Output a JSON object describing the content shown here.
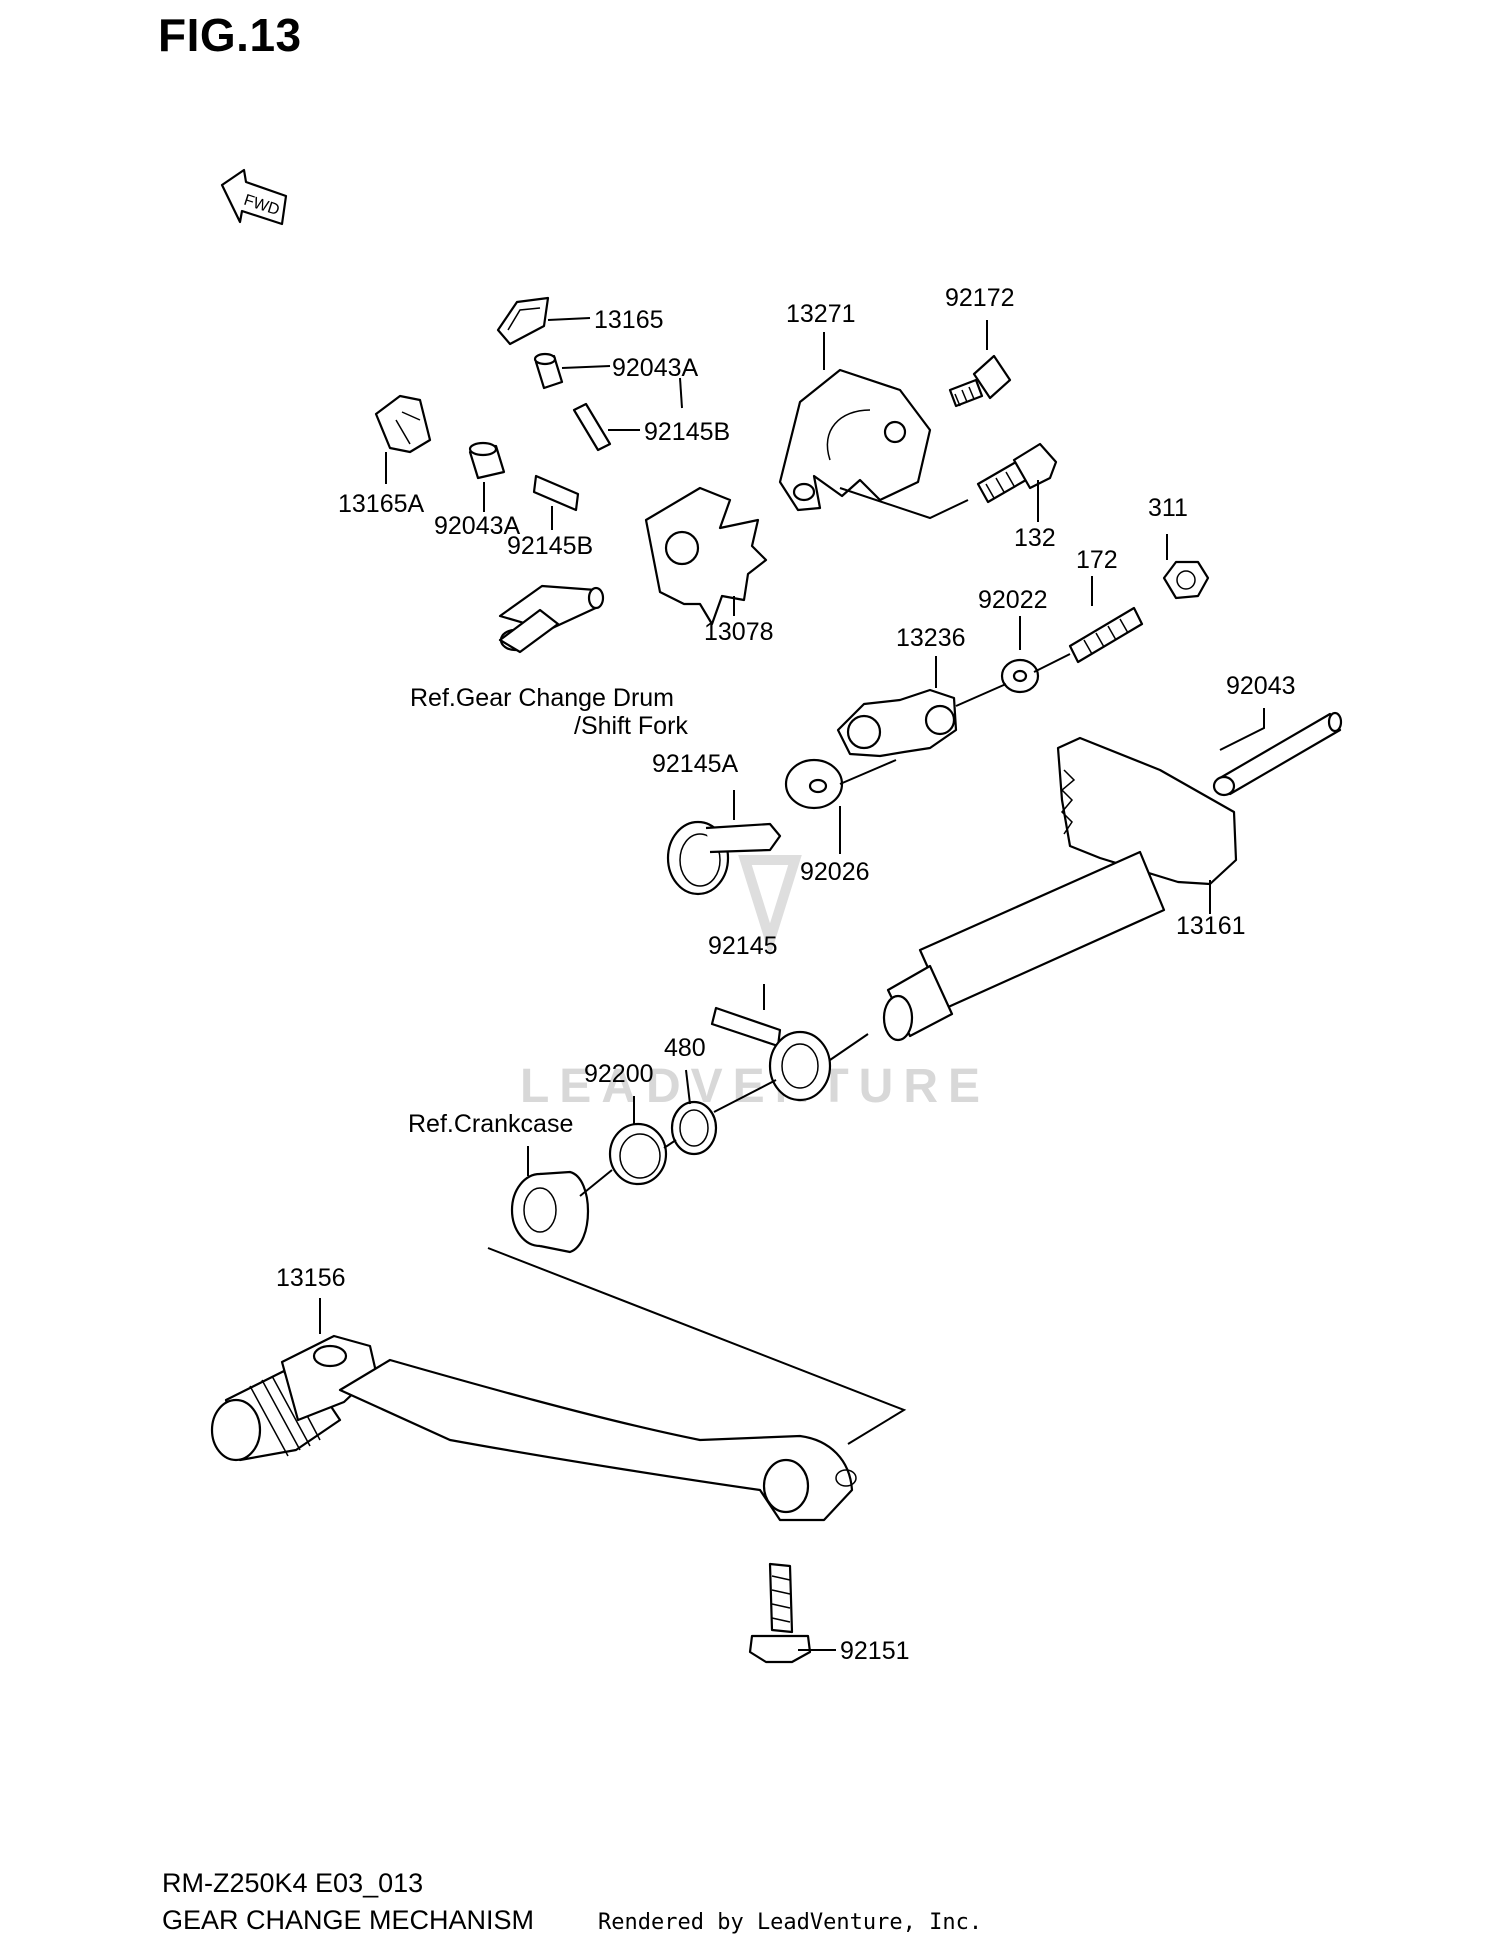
{
  "figure": {
    "title": "FIG.13"
  },
  "direction_badge": "FWD",
  "watermark": "LEADVENTURE",
  "parts": {
    "p13165": "13165",
    "p92043A_top": "92043A",
    "p92145B_top": "92145B",
    "p13165A": "13165A",
    "p92043A_left": "92043A",
    "p92145B_left": "92145B",
    "p13271": "13271",
    "p92172": "92172",
    "p132": "132",
    "p311": "311",
    "p172": "172",
    "p13078": "13078",
    "p92022": "92022",
    "p13236": "13236",
    "p92043": "92043",
    "p92145A": "92145A",
    "p92026": "92026",
    "p13161": "13161",
    "p92145": "92145",
    "p480": "480",
    "p92200": "92200",
    "p13156": "13156",
    "p92151": "92151"
  },
  "references": {
    "drum_line1": "Ref.Gear Change Drum",
    "drum_line2": "/Shift Fork",
    "crankcase": "Ref.Crankcase"
  },
  "footer": {
    "model_code": "RM-Z250K4 E03_013",
    "section_name": "GEAR CHANGE MECHANISM",
    "credit": "Rendered by LeadVenture, Inc."
  }
}
